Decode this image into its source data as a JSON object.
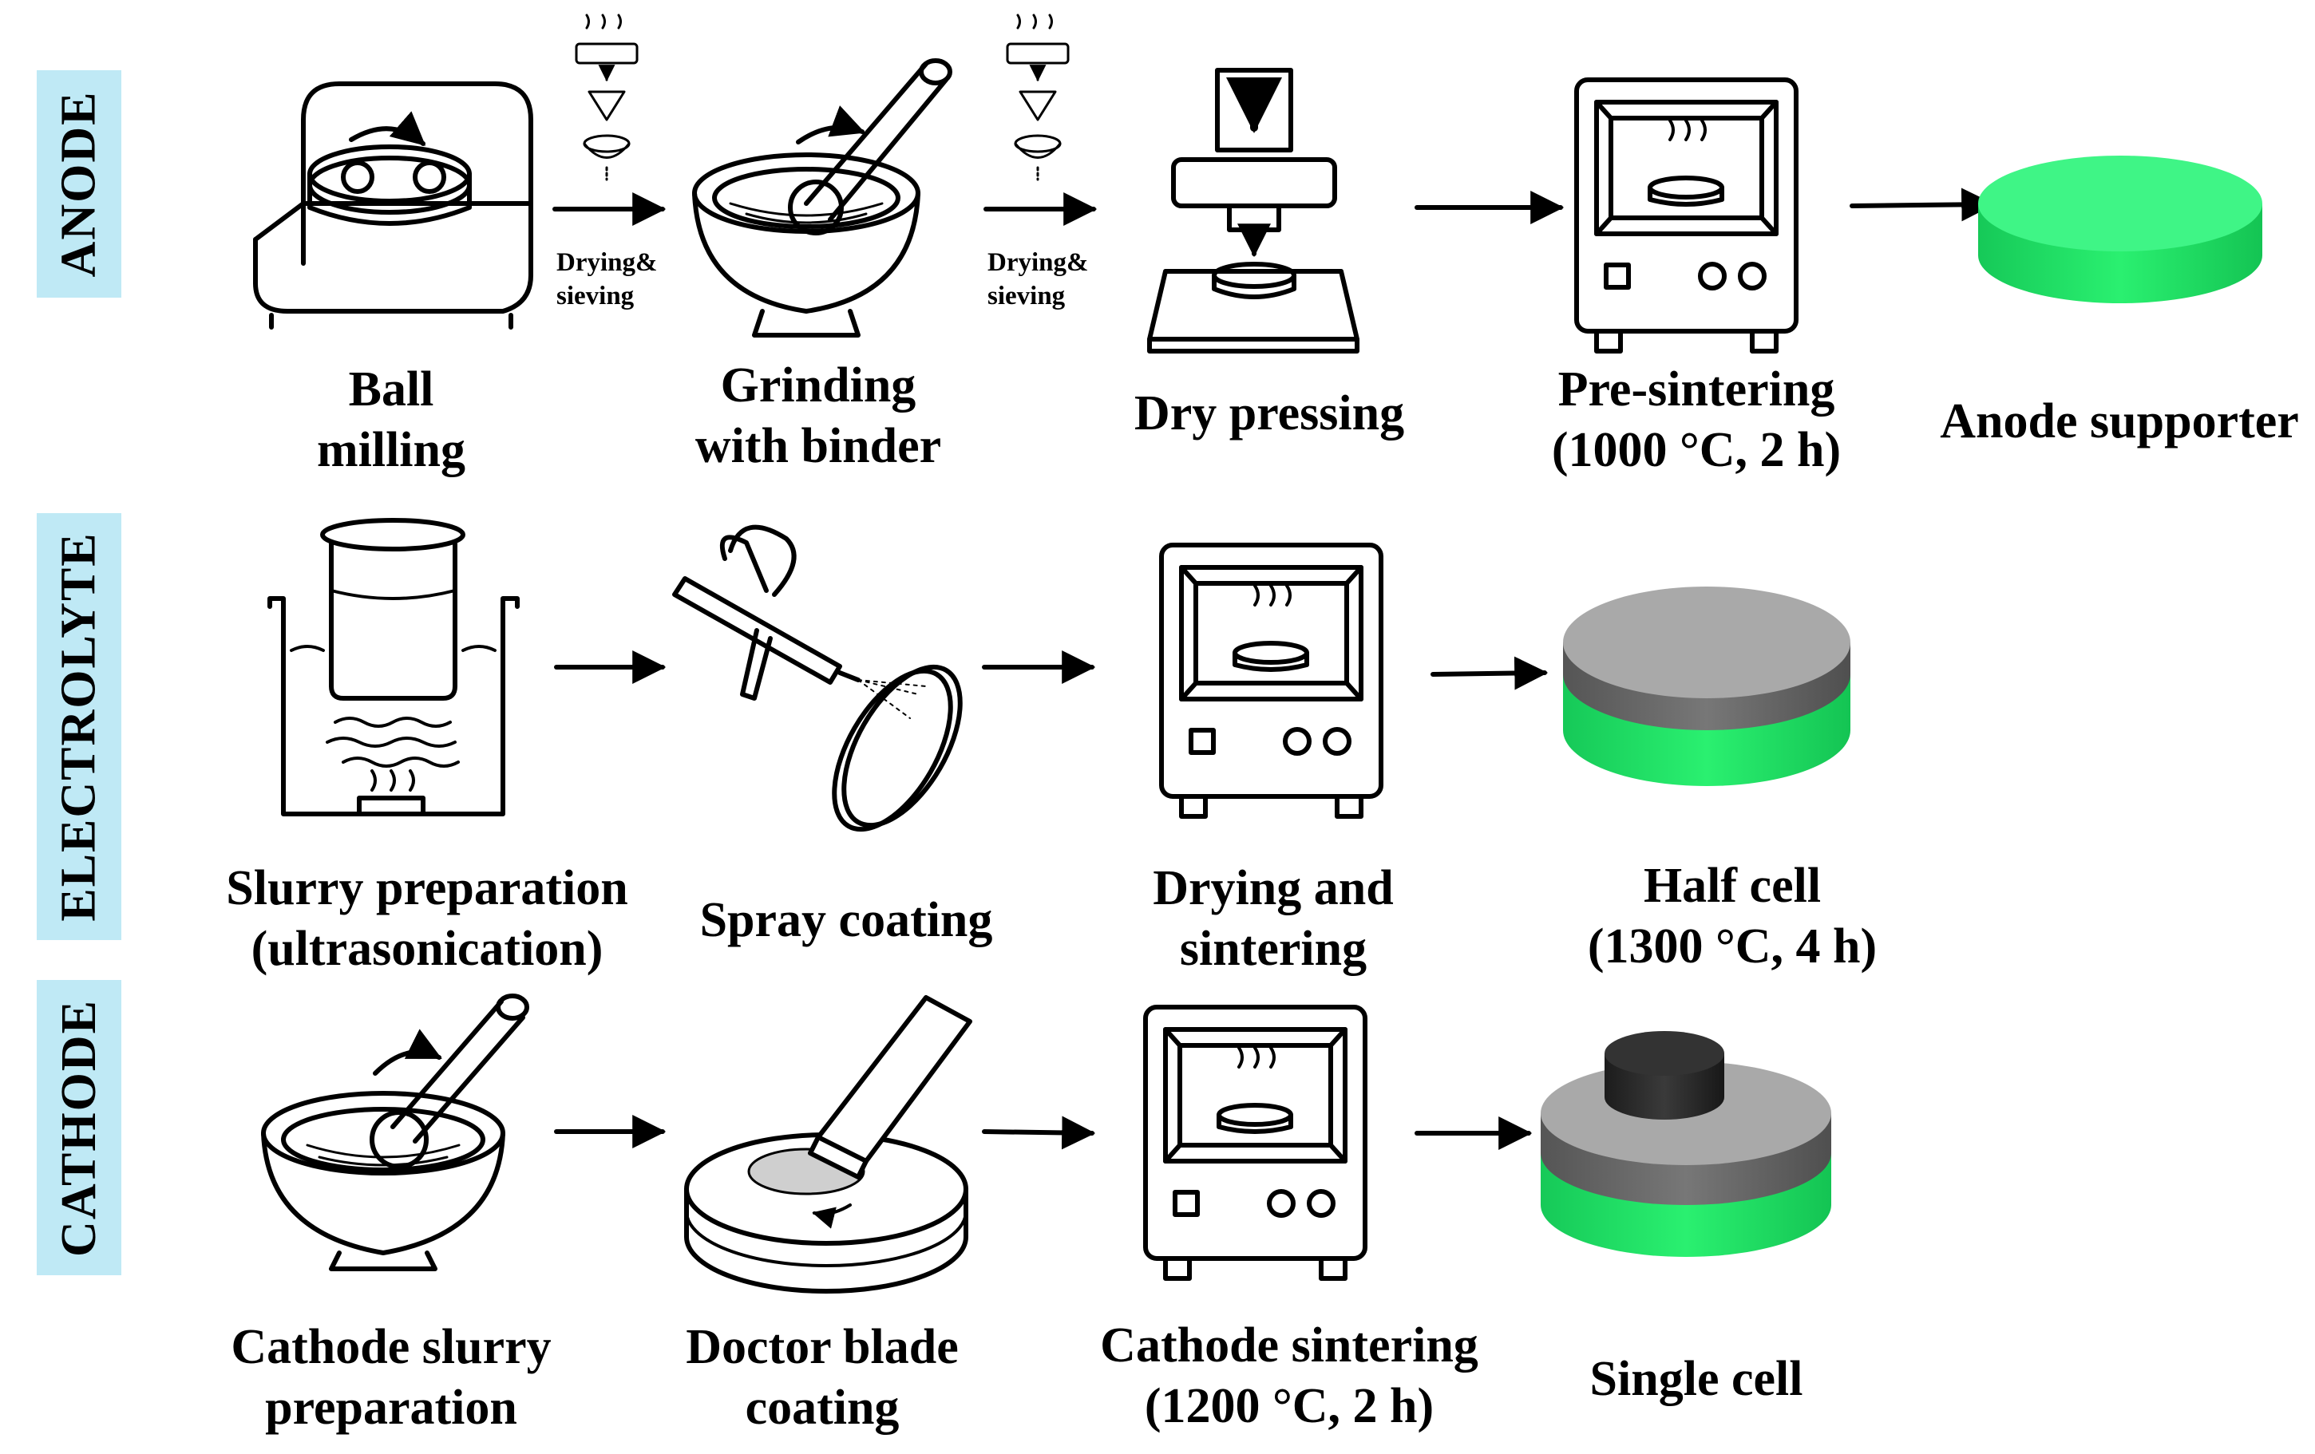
{
  "rows": {
    "anode": "ANODE",
    "electrolyte": "ELECTROLYTE",
    "cathode": "CATHODE"
  },
  "anode_steps": {
    "ball_milling": [
      "Ball",
      "milling"
    ],
    "drying_sieving_1": [
      "Drying&",
      "sieving"
    ],
    "grinding": [
      "Grinding",
      "with binder"
    ],
    "drying_sieving_2": [
      "Drying&",
      "sieving"
    ],
    "dry_pressing": "Dry pressing",
    "pre_sintering": [
      "Pre-sintering",
      "(1000 °C, 2 h)"
    ],
    "anode_supporter": "Anode supporter"
  },
  "electrolyte_steps": {
    "slurry": [
      "Slurry preparation",
      "(ultrasonication)"
    ],
    "spray": "Spray coating",
    "drying_sintering": [
      "Drying and",
      "sintering"
    ],
    "half_cell": [
      "Half cell",
      "(1300 °C, 4 h)"
    ]
  },
  "cathode_steps": {
    "cathode_slurry": [
      "Cathode slurry",
      "preparation"
    ],
    "doctor_blade": [
      "Doctor blade",
      "coating"
    ],
    "cathode_sintering": [
      "Cathode sintering",
      "(1200 °C, 2 h)"
    ],
    "single_cell": "Single cell"
  },
  "colors": {
    "label_bg": "#bfe9f5",
    "anode_green": "#22e36a",
    "electrolyte_gray": "#6b6b6b",
    "cathode_black": "#2a2a2a"
  }
}
